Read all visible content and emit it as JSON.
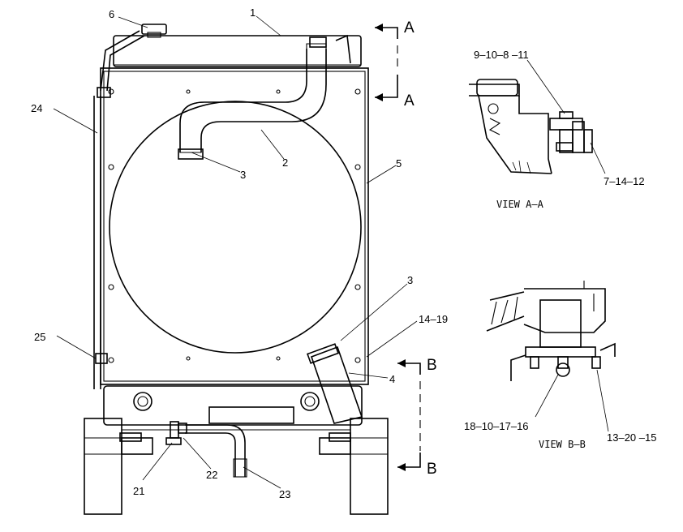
{
  "callouts": {
    "c1": "1",
    "c2": "2",
    "c3a": "3",
    "c3b": "3",
    "c4": "4",
    "c5": "5",
    "c6": "6",
    "c14_19": "14–19",
    "c21": "21",
    "c22": "22",
    "c23": "23",
    "c24": "24",
    "c25": "25",
    "c9_10_8_11": "9–10–8 –11",
    "c7_14_12": "7–14–12",
    "c18_10_17_16": "18–10–17–16",
    "c13_20_15": "13–20 –15"
  },
  "section_markers": {
    "a_top": "A",
    "a_bottom": "A",
    "b_top": "B",
    "b_bottom": "B"
  },
  "view_captions": {
    "view_aa": "VIEW  A–A",
    "view_bb": "VIEW  B–B"
  }
}
